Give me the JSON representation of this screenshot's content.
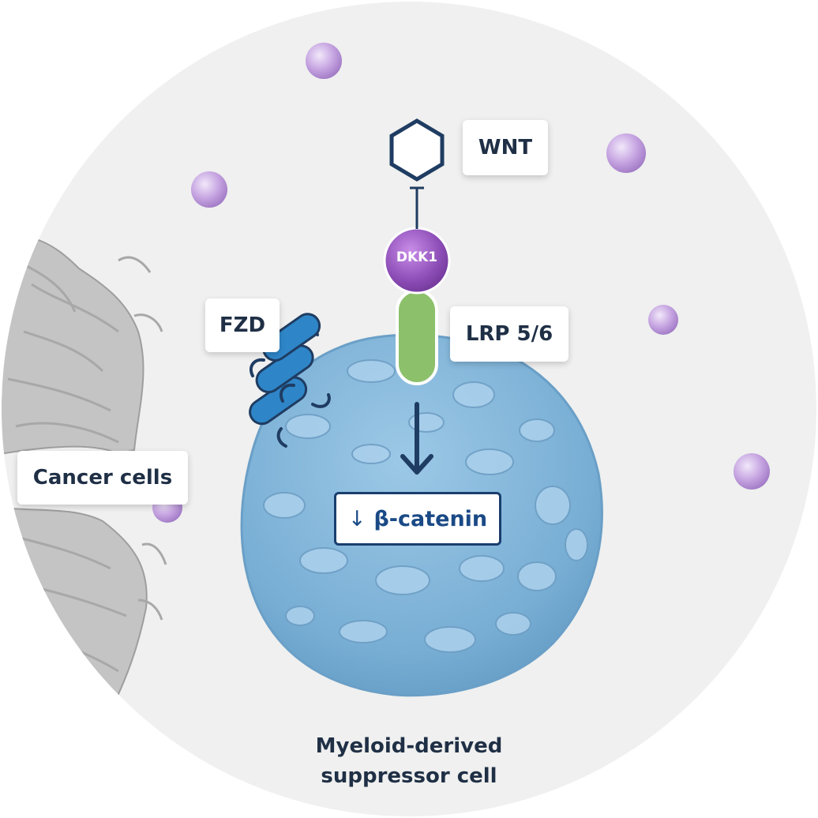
{
  "labels": {
    "wnt": "WNT",
    "dkk1": "DKK1",
    "fzd": "FZD",
    "lrp": "LRP 5/6",
    "cancer_cells": "Cancer cells",
    "beta_catenin_arrow": "↓",
    "beta_catenin": "β-catenin",
    "caption_line1": "Myeloid-derived",
    "caption_line2": "suppressor cell"
  },
  "colors": {
    "background_circle": "#eff0ef",
    "cell_body": "#7fb3d8",
    "cell_texture": "#a8cde8",
    "fzd_receptor": "#2e86c8",
    "lrp_receptor": "#8cc06b",
    "dkk1": "#8e4fb8",
    "particles": "#b998d6",
    "cancer_cells": "#bdbdbd",
    "dark_navy": "#1f3c62"
  },
  "icons": {
    "wnt": "hexagon-icon",
    "signal_arrow": "down-arrow-icon"
  }
}
